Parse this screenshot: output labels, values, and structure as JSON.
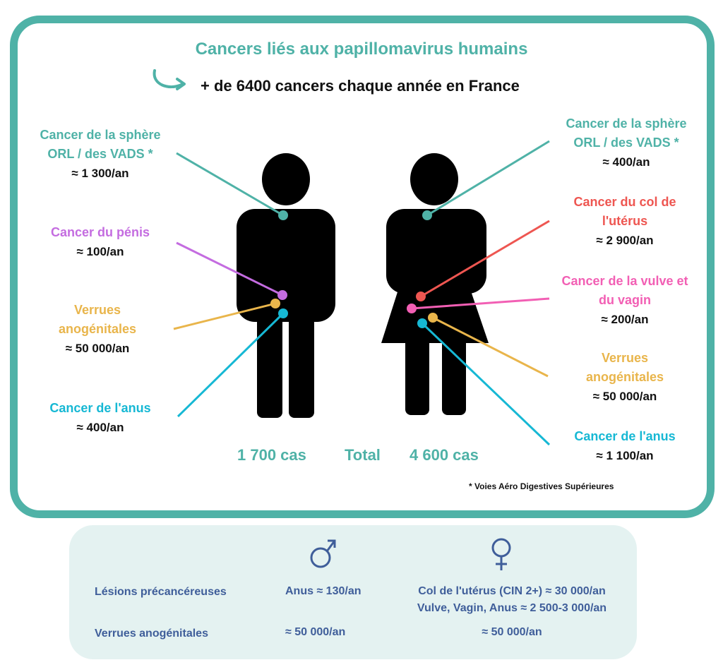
{
  "title": "Cancers liés aux papillomavirus humains",
  "subtitle": "+ de 6400 cancers chaque année en France",
  "men": {
    "orl_name": "Cancer de la sphère ORL / des VADS *",
    "orl_line1": "Cancer de la sphère",
    "orl_line2": "ORL / des VADS *",
    "orl_value": "≈ 1 300/an",
    "penis_name": "Cancer du pénis",
    "penis_value": "≈ 100/an",
    "warts_line1": "Verrues",
    "warts_line2": "anogénitales",
    "warts_value": "≈ 50 000/an",
    "anus_name": "Cancer de l'anus",
    "anus_value": "≈ 400/an",
    "total": "1 700 cas"
  },
  "women": {
    "orl_line1": "Cancer de la sphère",
    "orl_line2": "ORL / des VADS *",
    "orl_value": "≈ 400/an",
    "cervix_line1": "Cancer du col de",
    "cervix_line2": "l'utérus",
    "cervix_value": "≈ 2 900/an",
    "vulva_line1": "Cancer de la vulve et",
    "vulva_line2": "du vagin",
    "vulva_value": "≈ 200/an",
    "warts_line1": "Verrues",
    "warts_line2": "anogénitales",
    "warts_value": "≈ 50 000/an",
    "anus_name": "Cancer de l'anus",
    "anus_value": "≈ 1 100/an",
    "total": "4 600 cas"
  },
  "total_label": "Total",
  "footnote": "* Voies Aéro Digestives Supérieures",
  "table": {
    "row1_label": "Lésions précancéreuses",
    "row1_men": "Anus ≈ 130/an",
    "row1_women_line1": "Col de l'utérus (CIN 2+) ≈ 30 000/an",
    "row1_women_line2": "Vulve, Vagin, Anus ≈ 2 500-3 000/an",
    "row2_label": "Verrues anogénitales",
    "row2_men": "≈ 50 000/an",
    "row2_women": "≈ 50 000/an"
  },
  "icons": {
    "arrow": "curved-arrow-icon",
    "male": "male-symbol-icon",
    "female": "female-symbol-icon",
    "man": "man-figure-icon",
    "woman": "woman-figure-icon"
  },
  "colors": {
    "teal": "#4fb2a7",
    "purple": "#c46ce0",
    "orange": "#e9b54b",
    "cyan": "#16b8d4",
    "red": "#ee5651",
    "pink": "#f25fb4",
    "navy": "#3f5e9a",
    "panel_bg": "#e4f2f1"
  }
}
